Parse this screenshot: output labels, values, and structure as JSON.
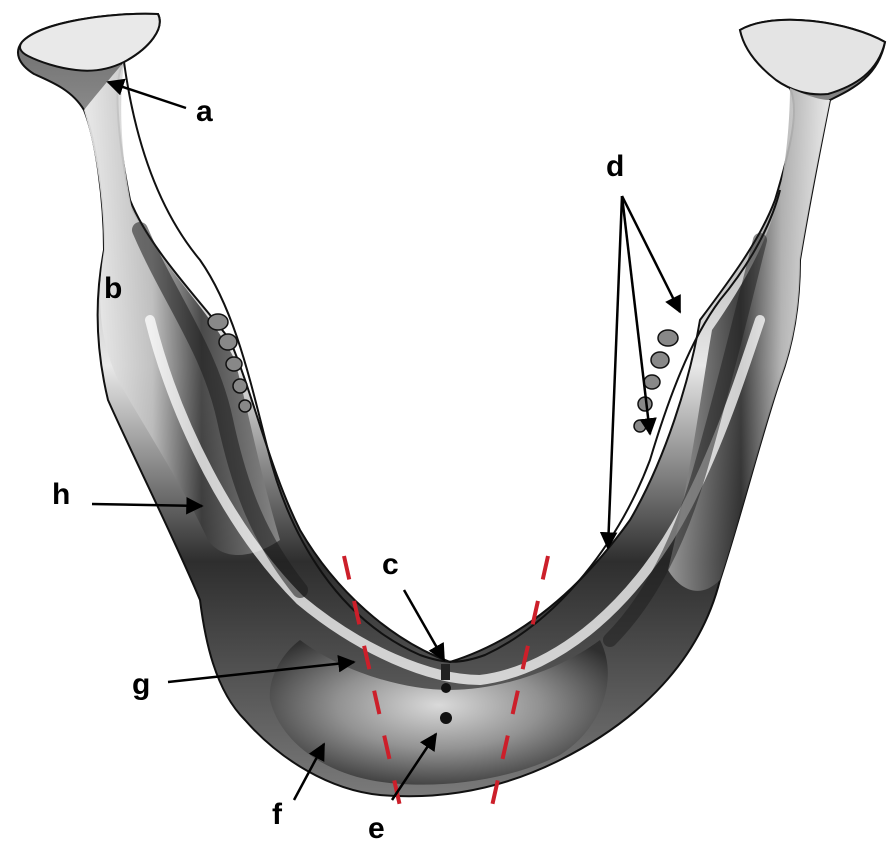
{
  "figure": {
    "labels": {
      "a": "a",
      "b": "b",
      "c": "c",
      "d": "d",
      "e": "e",
      "f": "f",
      "g": "g",
      "h": "h"
    }
  },
  "colors": {
    "bone_light": "#f1f1f1",
    "bone_mid": "#9a9a9a",
    "bone_dark": "#2a2a2a",
    "outline": "#111111",
    "arrow": "#000000",
    "midline_dash": "#cc1f2a",
    "background": "#ffffff"
  }
}
